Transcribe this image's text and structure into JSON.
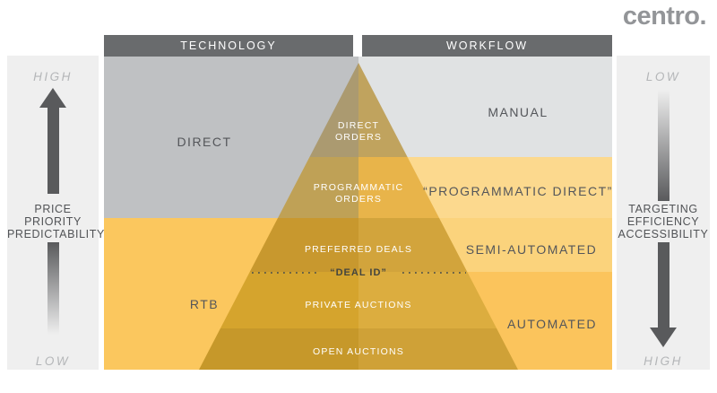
{
  "logo": {
    "text": "centro."
  },
  "headers": {
    "technology": "TECHNOLOGY",
    "workflow": "WORKFLOW"
  },
  "left_axis": {
    "top": "HIGH",
    "lines": [
      "PRICE",
      "PRIORITY",
      "PREDICTABILITY"
    ],
    "bottom": "LOW"
  },
  "right_axis": {
    "top": "LOW",
    "lines": [
      "TARGETING",
      "EFFICIENCY",
      "ACCESSIBILITY"
    ],
    "bottom": "HIGH"
  },
  "zones": {
    "direct": "DIRECT",
    "rtb": "RTB",
    "manual": "MANUAL",
    "programmatic_direct": "“PROGRAMMATIC DIRECT”",
    "semi_automated": "SEMI-AUTOMATED",
    "automated": "AUTOMATED"
  },
  "pyramid": {
    "direct_orders_line1": "DIRECT",
    "direct_orders_line2": "ORDERS",
    "programmatic_orders_line1": "PROGRAMMATIC",
    "programmatic_orders_line2": "ORDERS",
    "preferred_deals": "PREFERRED DEALS",
    "deal_id": "“DEAL ID”",
    "private_auctions": "PRIVATE AUCTIONS",
    "open_auctions": "OPEN AUCTIONS"
  },
  "colors": {
    "header_bar": "#696b6d",
    "sidebar_bg": "#efefef",
    "arrow": "#595a5c",
    "logo": "#939598",
    "text_dark": "#54565a",
    "text_axis_italic": "#b4b6b8",
    "zone_direct_bg": "#bfc1c3",
    "zone_rtb_bg": "#fbc75e",
    "zone_manual_bg": "#e0e2e3",
    "zone_prog_direct_bg": "#fcd98e",
    "zone_semi_bg": "#fbd37c",
    "zone_automated_bg": "#fbc45c",
    "pyr_b1_left": "#ab9a70",
    "pyr_b1_right": "#c0a35e",
    "pyr_b2_left": "#bfa156",
    "pyr_b2_right": "#e8b44a",
    "pyr_b3_left": "#c8982e",
    "pyr_b3_right": "#d2a43c",
    "pyr_b4_left": "#d5a42d",
    "pyr_b4_right": "#dcad3f",
    "pyr_b5_left": "#c6982a",
    "pyr_b5_right": "#cfa137",
    "dotted_line": "#55564a"
  }
}
